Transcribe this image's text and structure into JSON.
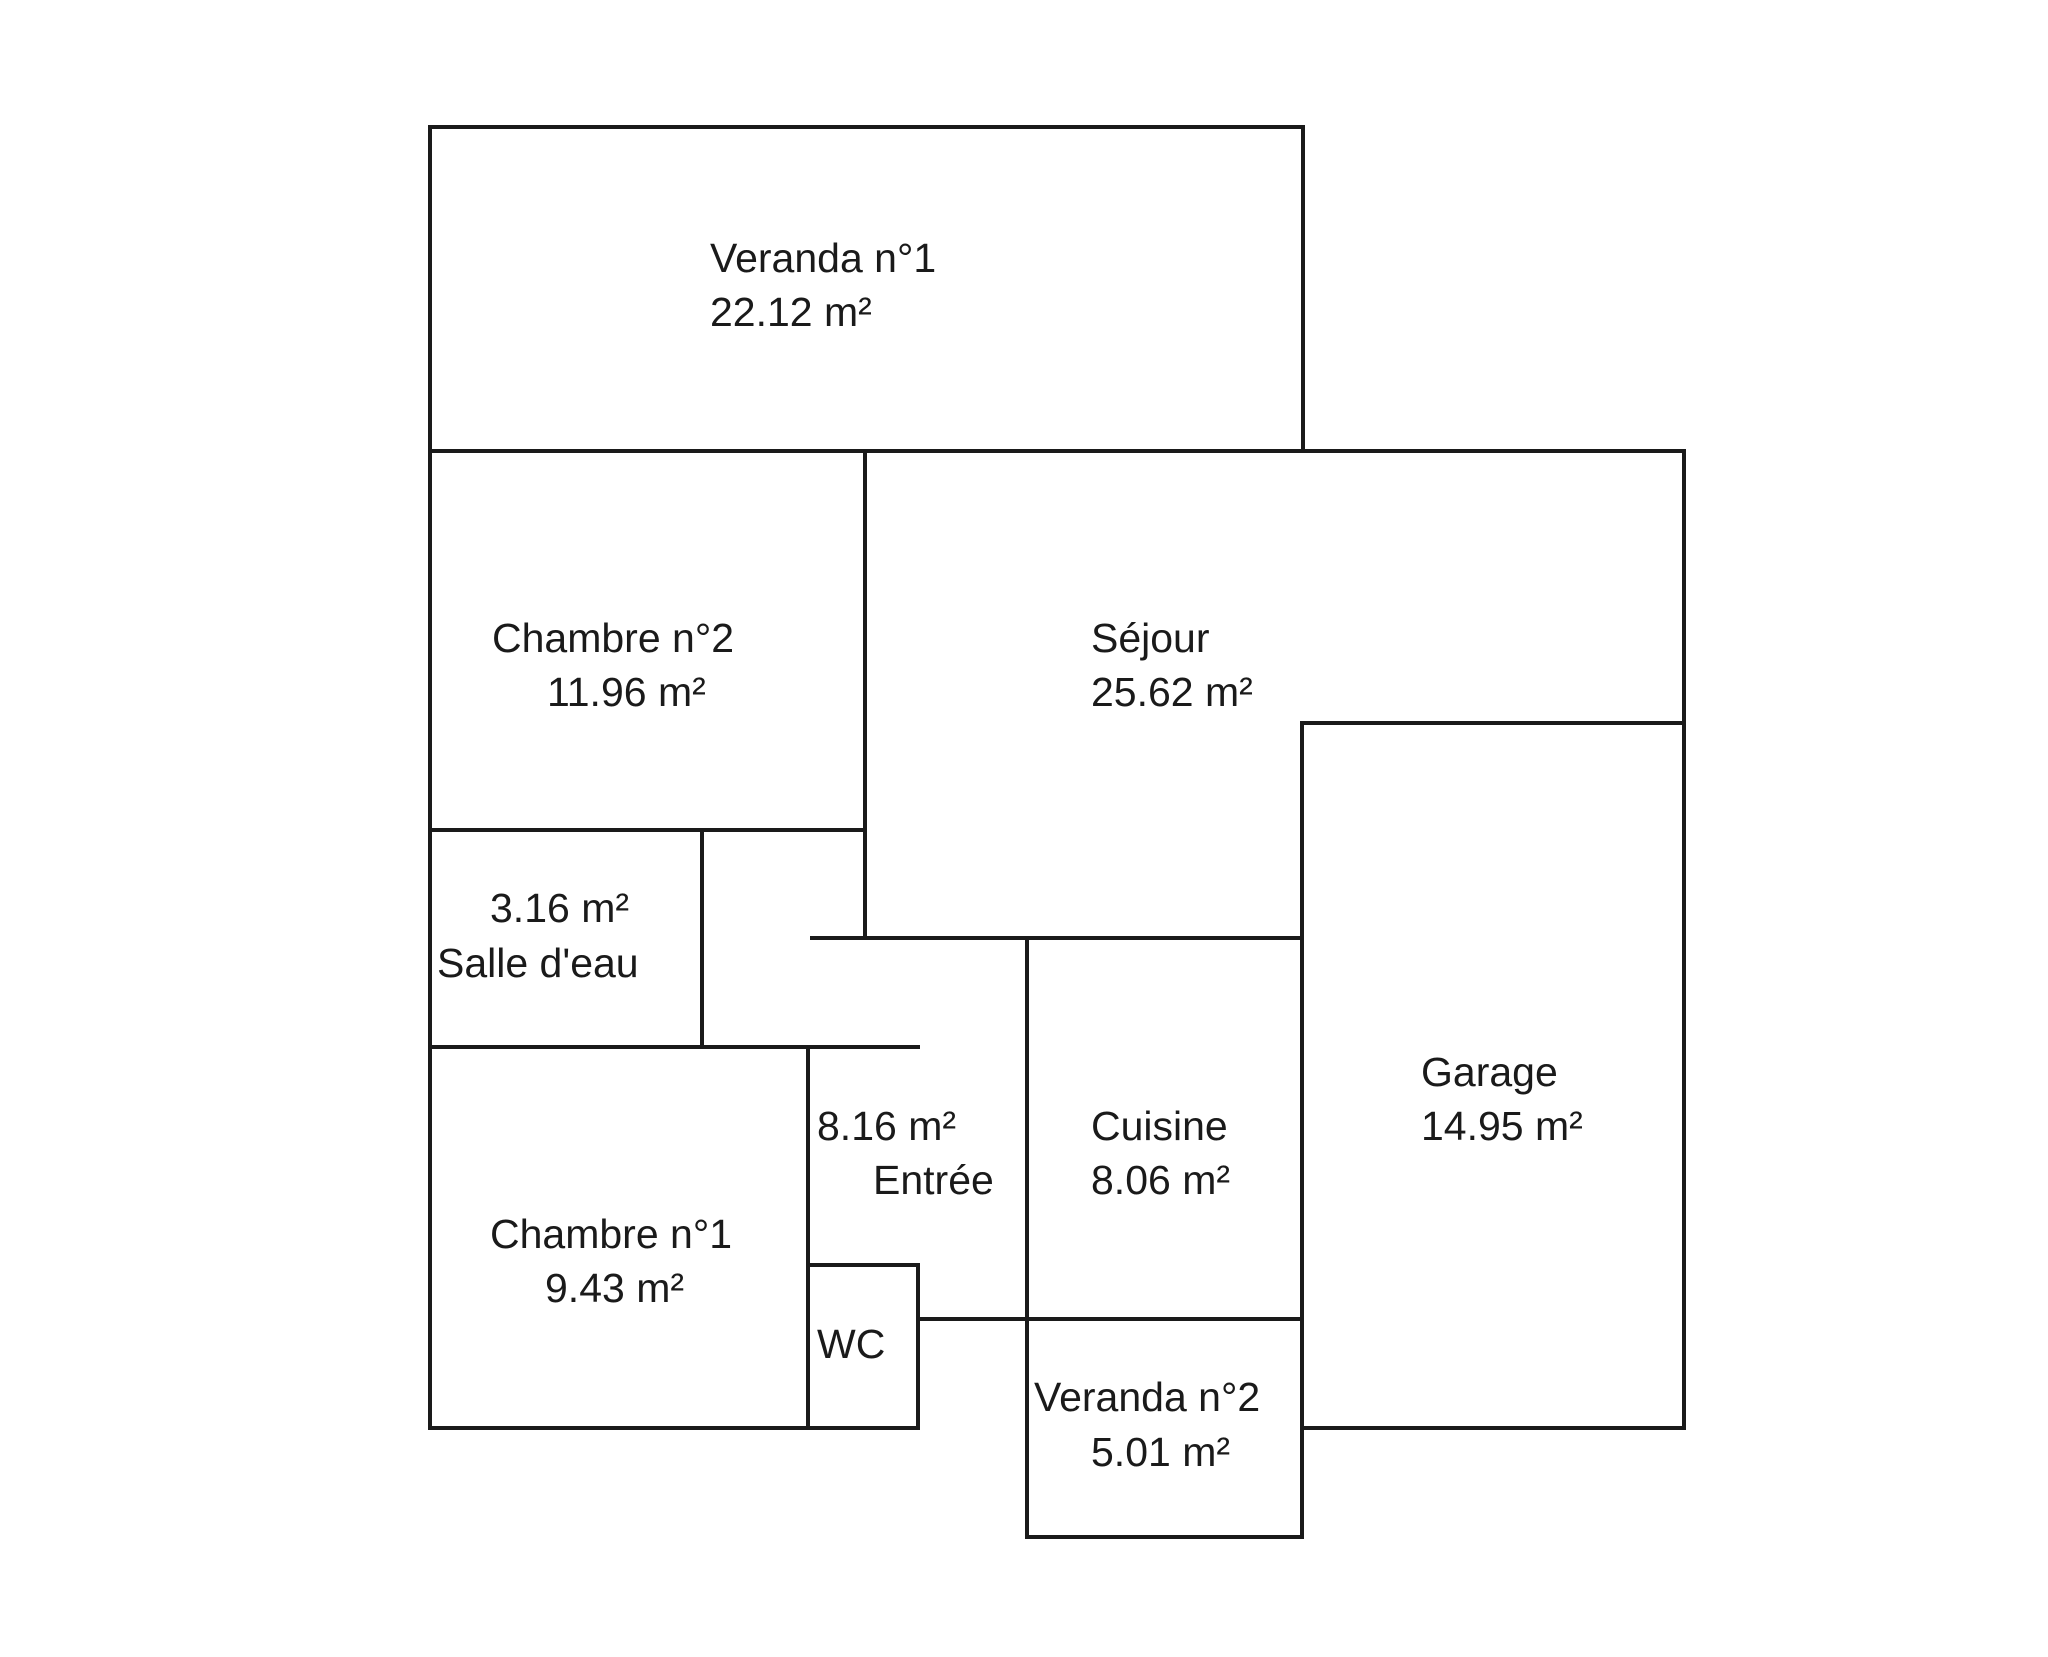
{
  "rooms": {
    "veranda1": {
      "name": "Veranda n°1",
      "area": "22.12  m²"
    },
    "chambre2": {
      "name": "Chambre n°2",
      "area": "11.96  m²"
    },
    "sejour": {
      "name": "Séjour",
      "area": "25.62  m²"
    },
    "salle_eau": {
      "name": "Salle d'eau",
      "area": "3.16  m²"
    },
    "entree": {
      "name": "Entrée",
      "area": "8.16  m²"
    },
    "cuisine": {
      "name": "Cuisine",
      "area": "8.06  m²"
    },
    "garage": {
      "name": "Garage",
      "area": "14.95  m²"
    },
    "chambre1": {
      "name": "Chambre n°1",
      "area": "9.43  m²"
    },
    "wc": {
      "name": "WC"
    },
    "veranda2": {
      "name": "Veranda n°2",
      "area": "5.01  m²"
    }
  },
  "colors": {
    "wall": "#1a1a1a",
    "background": "#ffffff"
  }
}
